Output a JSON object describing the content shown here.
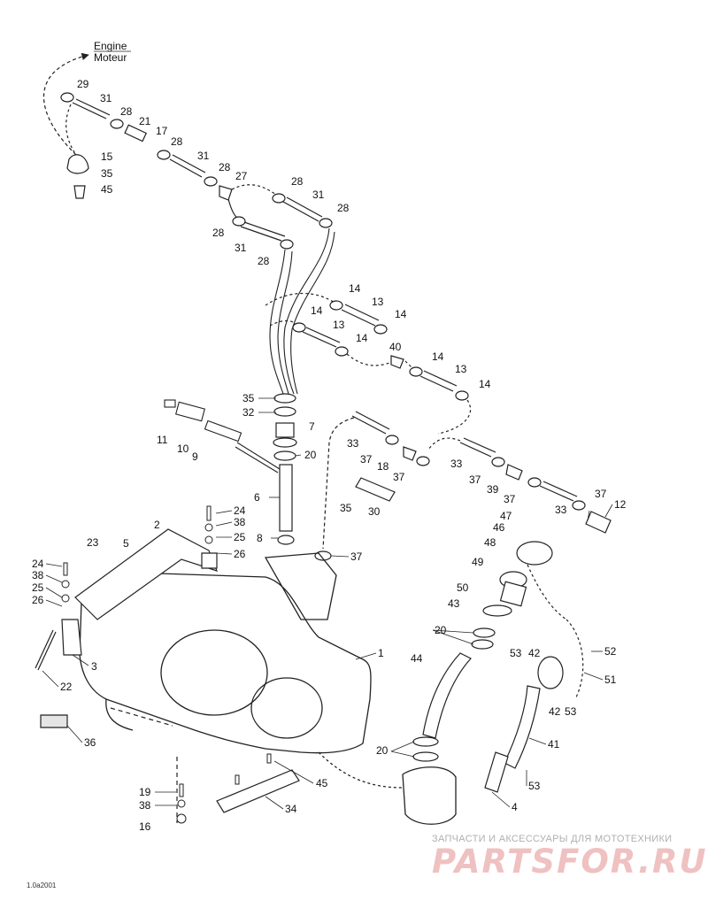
{
  "header": {
    "line1": "Engine",
    "line2": "Moteur"
  },
  "callouts": [
    {
      "id": "c29",
      "text": "29"
    },
    {
      "id": "c31a",
      "text": "31"
    },
    {
      "id": "c28a",
      "text": "28"
    },
    {
      "id": "c21",
      "text": "21"
    },
    {
      "id": "c17",
      "text": "17"
    },
    {
      "id": "c15",
      "text": "15"
    },
    {
      "id": "c28b",
      "text": "28"
    },
    {
      "id": "c35a",
      "text": "35"
    },
    {
      "id": "c45a",
      "text": "45"
    },
    {
      "id": "c31b",
      "text": "31"
    },
    {
      "id": "c28c",
      "text": "28"
    },
    {
      "id": "c27",
      "text": "27"
    },
    {
      "id": "c28d",
      "text": "28"
    },
    {
      "id": "c31c",
      "text": "31"
    },
    {
      "id": "c28e",
      "text": "28"
    },
    {
      "id": "c28f",
      "text": "28"
    },
    {
      "id": "c31d",
      "text": "31"
    },
    {
      "id": "c28g",
      "text": "28"
    },
    {
      "id": "c14a",
      "text": "14"
    },
    {
      "id": "c13a",
      "text": "13"
    },
    {
      "id": "c14b",
      "text": "14"
    },
    {
      "id": "c14c",
      "text": "14"
    },
    {
      "id": "c13b",
      "text": "13"
    },
    {
      "id": "c14d",
      "text": "14"
    },
    {
      "id": "c40",
      "text": "40"
    },
    {
      "id": "c14e",
      "text": "14"
    },
    {
      "id": "c13c",
      "text": "13"
    },
    {
      "id": "c14f",
      "text": "14"
    },
    {
      "id": "c35b",
      "text": "35"
    },
    {
      "id": "c32",
      "text": "32"
    },
    {
      "id": "c7",
      "text": "7"
    },
    {
      "id": "c20a",
      "text": "20"
    },
    {
      "id": "c11",
      "text": "11"
    },
    {
      "id": "c10",
      "text": "10"
    },
    {
      "id": "c9",
      "text": "9"
    },
    {
      "id": "c6",
      "text": "6"
    },
    {
      "id": "c8",
      "text": "8"
    },
    {
      "id": "c33a",
      "text": "33"
    },
    {
      "id": "c37a",
      "text": "37"
    },
    {
      "id": "c18",
      "text": "18"
    },
    {
      "id": "c37b",
      "text": "37"
    },
    {
      "id": "c35c",
      "text": "35"
    },
    {
      "id": "c30",
      "text": "30"
    },
    {
      "id": "c33b",
      "text": "33"
    },
    {
      "id": "c37c",
      "text": "37"
    },
    {
      "id": "c39",
      "text": "39"
    },
    {
      "id": "c37d",
      "text": "37"
    },
    {
      "id": "c33c",
      "text": "33"
    },
    {
      "id": "c37e",
      "text": "37"
    },
    {
      "id": "c12",
      "text": "12"
    },
    {
      "id": "c47",
      "text": "47"
    },
    {
      "id": "c46",
      "text": "46"
    },
    {
      "id": "c48",
      "text": "48"
    },
    {
      "id": "c49",
      "text": "49"
    },
    {
      "id": "c50",
      "text": "50"
    },
    {
      "id": "c43",
      "text": "43"
    },
    {
      "id": "c20b",
      "text": "20"
    },
    {
      "id": "c44",
      "text": "44"
    },
    {
      "id": "c53a",
      "text": "53"
    },
    {
      "id": "c42a",
      "text": "42"
    },
    {
      "id": "c52",
      "text": "52"
    },
    {
      "id": "c51",
      "text": "51"
    },
    {
      "id": "c42b",
      "text": "42"
    },
    {
      "id": "c53b",
      "text": "53"
    },
    {
      "id": "c41",
      "text": "41"
    },
    {
      "id": "c20c",
      "text": "20"
    },
    {
      "id": "c53c",
      "text": "53"
    },
    {
      "id": "c4",
      "text": "4"
    },
    {
      "id": "c24a",
      "text": "24"
    },
    {
      "id": "c38a",
      "text": "38"
    },
    {
      "id": "c25a",
      "text": "25"
    },
    {
      "id": "c26a",
      "text": "26"
    },
    {
      "id": "c2",
      "text": "2"
    },
    {
      "id": "c23",
      "text": "23"
    },
    {
      "id": "c5",
      "text": "5"
    },
    {
      "id": "c24b",
      "text": "24"
    },
    {
      "id": "c38b",
      "text": "38"
    },
    {
      "id": "c25b",
      "text": "25"
    },
    {
      "id": "c26b",
      "text": "26"
    },
    {
      "id": "c37f",
      "text": "37"
    },
    {
      "id": "c1",
      "text": "1"
    },
    {
      "id": "c3",
      "text": "3"
    },
    {
      "id": "c22",
      "text": "22"
    },
    {
      "id": "c36",
      "text": "36"
    },
    {
      "id": "c19",
      "text": "19"
    },
    {
      "id": "c38c",
      "text": "38"
    },
    {
      "id": "c16",
      "text": "16"
    },
    {
      "id": "c45b",
      "text": "45"
    },
    {
      "id": "c34",
      "text": "34"
    }
  ],
  "watermark": {
    "tagline": "ЗАПЧАСТИ И АКСЕССУАРЫ ДЛЯ МОТОТЕХНИКИ",
    "brand": "PARTSFOR.RU"
  },
  "figure_ref": "1.0a2001"
}
